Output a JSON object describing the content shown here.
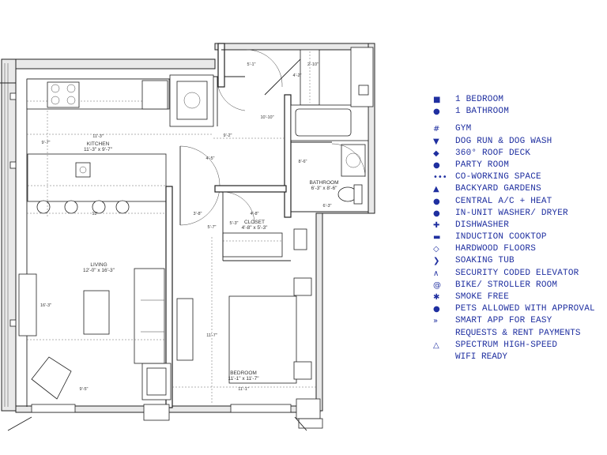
{
  "rooms": {
    "kitchen": {
      "name": "KITCHEN",
      "size": "11'-3\" x 9'-7\""
    },
    "living": {
      "name": "LIVING",
      "size": "12'-0\" x 16'-3\""
    },
    "bathroom": {
      "name": "BATHROOM",
      "size": "6'-3\" x 8'-6\""
    },
    "closet": {
      "name": "CLOSET",
      "size": "4'-8\" x 5'-3\""
    },
    "bedroom": {
      "name": "BEDROOM",
      "size": "11'-1\" x 11'-7\""
    }
  },
  "dimensions": {
    "kitchen_width": "11'-3\"",
    "kitchen_depth": "9'-7\"",
    "living_width": "12'",
    "living_depth": "16'-3\"",
    "hall_width": "9'-2\"",
    "hall_depth": "10'-10\"",
    "foyer_a": "4'-5\"",
    "foyer_b": "3'-8\"",
    "foyer_c": "5'-7\"",
    "closet_a": "4'-8\"",
    "closet_b": "5'-3\"",
    "top_closet_w": "5'-1\"",
    "top_closet_d": "4'-2\"",
    "top_closet_small": "2'-10\"",
    "bath_depth": "8'-6\"",
    "bath_width": "6'-3\"",
    "bedroom_depth": "11'-7\"",
    "bedroom_width": "11'-1\"",
    "bay": "9'-5\""
  },
  "legend": {
    "items": [
      {
        "icon": "■",
        "icon_name": "square-icon",
        "text": "1 BEDROOM"
      },
      {
        "icon": "●",
        "icon_name": "drop-icon",
        "text": "1 BATHROOM"
      },
      {
        "icon": "#",
        "icon_name": "gym-icon",
        "text": "GYM",
        "gap": true
      },
      {
        "icon": "▼",
        "icon_name": "bucket-icon",
        "text": "DOG RUN & DOG WASH"
      },
      {
        "icon": "◆",
        "icon_name": "diamond-icon",
        "text": "360° ROOF DECK"
      },
      {
        "icon": "●",
        "icon_name": "party-icon",
        "text": "PARTY ROOM"
      },
      {
        "icon": "•••",
        "icon_name": "dots-icon",
        "text": "CO-WORKING SPACE"
      },
      {
        "icon": "▲",
        "icon_name": "triangle-icon",
        "text": "BACKYARD GARDENS"
      },
      {
        "icon": "●",
        "icon_name": "drop-icon",
        "text": "CENTRAL A/C + HEAT"
      },
      {
        "icon": "●",
        "icon_name": "circle-icon",
        "text": "IN-UNIT WASHER/ DRYER"
      },
      {
        "icon": "✚",
        "icon_name": "plus-icon",
        "text": "DISHWASHER"
      },
      {
        "icon": "▬",
        "icon_name": "cooktop-icon",
        "text": "INDUCTION COOKTOP"
      },
      {
        "icon": "◇",
        "icon_name": "diamond-outline-icon",
        "text": "HARDWOOD FLOORS"
      },
      {
        "icon": "❯",
        "icon_name": "chevron-right-icon",
        "text": "SOAKING TUB"
      },
      {
        "icon": "∧",
        "icon_name": "caret-up-icon",
        "text": "SECURITY CODED ELEVATOR"
      },
      {
        "icon": "@",
        "icon_name": "at-icon",
        "text": "BIKE/ STROLLER ROOM"
      },
      {
        "icon": "✱",
        "icon_name": "asterisk-icon",
        "text": "SMOKE FREE"
      },
      {
        "icon": "●",
        "icon_name": "pet-icon",
        "text": "PETS ALLOWED WITH APPROVAL"
      },
      {
        "icon": "»",
        "icon_name": "double-chevron-icon",
        "text": "SMART APP FOR EASY",
        "cont": "REQUESTS & RENT PAYMENTS"
      },
      {
        "icon": "△",
        "icon_name": "triangle-outline-icon",
        "text": "SPECTRUM HIGH-SPEED",
        "cont": "WIFI READY"
      }
    ]
  }
}
